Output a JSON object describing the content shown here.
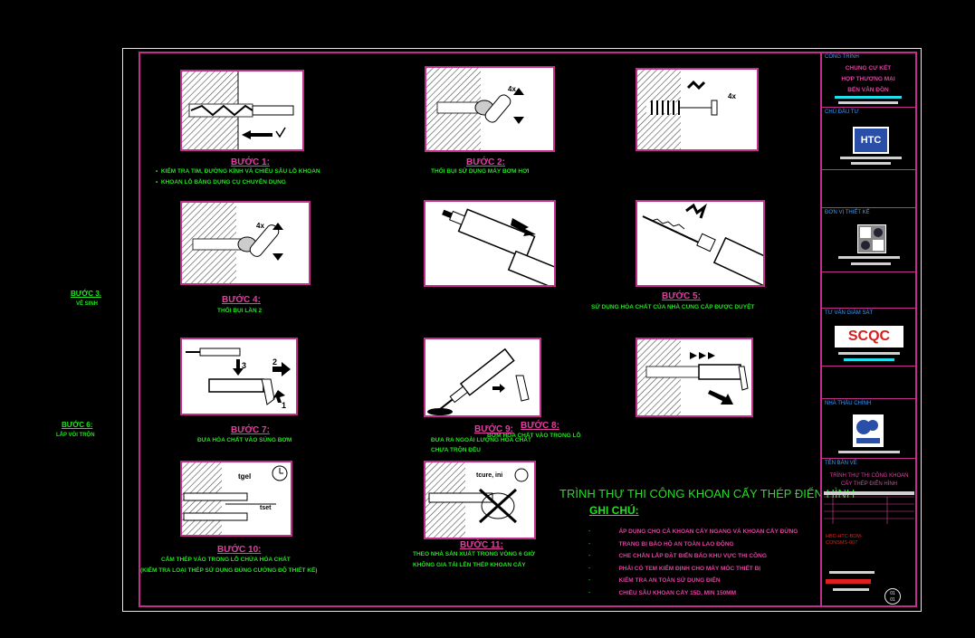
{
  "steps": [
    {
      "title": "BƯỚC 1:",
      "lines": [
        "KIỂM TRA TIM, ĐƯỜNG KÍNH VÀ CHIỀU SÂU LỖ KHOAN",
        "KHOAN LỖ BẰNG DỤNG CỤ CHUYÊN DỤNG"
      ]
    },
    {
      "title": "BƯỚC 2:",
      "lines": [
        "THỔI BỤI SỬ DỤNG MÁY BƠM HƠI"
      ]
    },
    {
      "title": "BƯỚC 3.",
      "lines": [
        "VỆ SINH"
      ]
    },
    {
      "title": "BƯỚC 4:",
      "lines": [
        "THỔI BỤI LẦN 2"
      ]
    },
    {
      "title": "BƯỚC 5:",
      "lines": [
        "SỬ DỤNG HÓA CHẤT CỦA NHÀ CUNG CẤP ĐƯỢC DUYỆT"
      ]
    },
    {
      "title": "BƯỚC 6:",
      "lines": [
        "LẮP VÒI TRỘN"
      ]
    },
    {
      "title": "BƯỚC 7:",
      "lines": [
        "ĐƯA HÓA CHẤT VÀO SÚNG BƠM"
      ]
    },
    {
      "title": "BƯỚC 8:",
      "lines": [
        "BƠM HÓA CHẤT VÀO TRONG LỖ"
      ]
    },
    {
      "title": "BƯỚC 9:",
      "lines": [
        "ĐƯA RA NGOÀI LƯỢNG HÓA CHẤT",
        "CHƯA TRỘN ĐỀU"
      ]
    },
    {
      "title": "BƯỚC 10:",
      "lines": [
        "CẮM THÉP VÀO TRONG LỖ CHỨA HÓA CHẤT",
        "(KIỂM TRA LOẠI THÉP SỬ DỤNG ĐÚNG CƯỜNG ĐỘ THIẾT KẾ)"
      ]
    },
    {
      "title": "BƯỚC 11:",
      "lines": [
        "THEO NHÀ SẢN XUẤT TRONG VÒNG 6 GIỜ",
        "KHÔNG GIA TẢI LÊN THÉP KHOAN CẤY"
      ]
    }
  ],
  "figure_labels": {
    "fig1_times": "4x",
    "fig2_times": "4x",
    "fig4_times": "4x",
    "fig7_num1": "1",
    "fig7_num2": "2",
    "fig7_num3": "3",
    "fig10_tgel": "tgel",
    "fig10_tset": "tset",
    "fig11_label": "tcure, ini"
  },
  "notes": {
    "title": "TRÌNH THỰ THI CÔNG KHOAN CẤY THÉP ĐIỂN HÌNH",
    "subtitle": "GHI CHÚ:",
    "dash": "-",
    "items": [
      "ÁP DỤNG CHO CẢ KHOAN CẤY NGANG VÀ KHOAN CẤY ĐỨNG",
      "TRANG BỊ BẢO HỘ AN TOÀN LAO ĐỘNG",
      "CHE CHẮN LẮP ĐẶT BIỂN BÁO KHU VỰC THI CÔNG",
      "PHẢI CÓ TEM KIỂM ĐỊNH CHO MÁY MÓC THIẾT BỊ",
      "KIỂM TRA AN TOÀN SỬ DỤNG ĐIỆN",
      "CHIỀU SÂU KHOAN CẤY 15D, MIN 150MM"
    ]
  },
  "title_block": {
    "project_head": "CÔNG TRÌNH",
    "project_lines": [
      "CHUNG CƯ KẾT",
      "HỢP THƯƠNG MẠI",
      "BẾN VÂN ĐỒN"
    ],
    "owner_head": "CHỦ ĐẦU TƯ",
    "owner_logo": "HTC",
    "designer_head": "ĐƠN VỊ THIẾT KẾ",
    "supervisor_head": "TƯ VẤN GIÁM SÁT",
    "supervisor_logo": "SCQC",
    "contractor_head": "NHÀ THẦU CHÍNH",
    "drawing_head": "TÊN BẢN VẼ",
    "drawing_lines": [
      "TRÌNH THỰ THI CÔNG KHOAN",
      "CẤY THÉP ĐIỂN HÌNH"
    ],
    "code_lines": [
      "HBC-HTC-BDM-",
      "CONSMS-007"
    ],
    "sheet": "01\n01"
  },
  "colors": {
    "magenta": "#c0308a",
    "green": "#22e022",
    "cyan": "#20e0f0",
    "red": "#e02020"
  }
}
